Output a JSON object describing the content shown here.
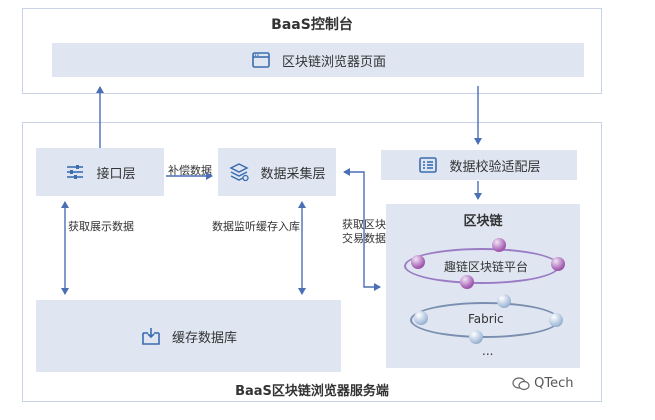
{
  "top": {
    "title": "BaaS控制台",
    "page_box": "区块链浏览器页面"
  },
  "server": {
    "title": "BaaS区块链浏览器服务端",
    "interface_layer": "接口层",
    "collect_layer": "数据采集层",
    "validate_layer": "数据校验适配层",
    "cache_db": "缓存数据库"
  },
  "arrows": {
    "supplement": "补偿数据",
    "get_display": "获取展示数据",
    "monitor_cache": "数据监听缓存入库",
    "get_block_line1": "获取区块",
    "get_block_line2": "交易数据"
  },
  "blockchain": {
    "title": "区块链",
    "chain1": "趣链区块链平台",
    "chain2": "Fabric",
    "more": "..."
  },
  "watermark": "QTech",
  "colors": {
    "frame": "#c9d3e6",
    "box": "#dfe6f2",
    "arrow": "#4a6fb5",
    "icon": "#3b6db0"
  }
}
